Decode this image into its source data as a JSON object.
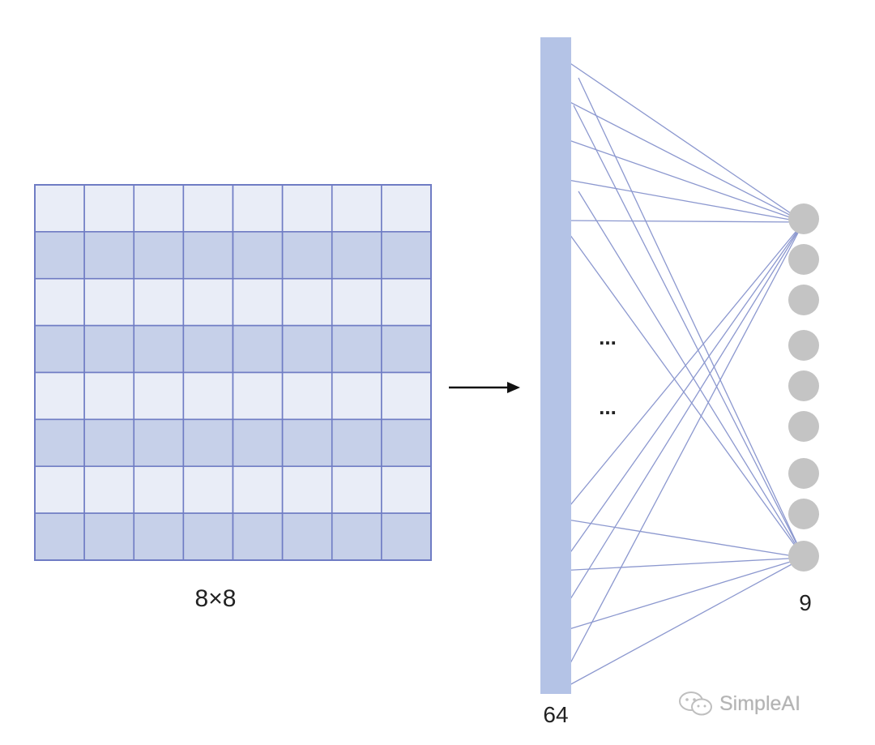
{
  "grid": {
    "rows": 8,
    "cols": 8,
    "label": "8×8",
    "light_fill": "#e9edf7",
    "dark_fill": "#c6d0e9",
    "line_color": "#6f7cc4"
  },
  "arrow": {
    "color": "#111111"
  },
  "input_layer": {
    "count_label": "64",
    "bar_color": "#b4c3e6"
  },
  "output_layer": {
    "node_count": 9,
    "count_label": "9",
    "node_color": "#c4c4c4"
  },
  "connections": {
    "color": "#8c98cf"
  },
  "ellipsis": [
    "...",
    "..."
  ],
  "watermark": {
    "text": "SimpleAI",
    "icon": "wechat-icon"
  }
}
